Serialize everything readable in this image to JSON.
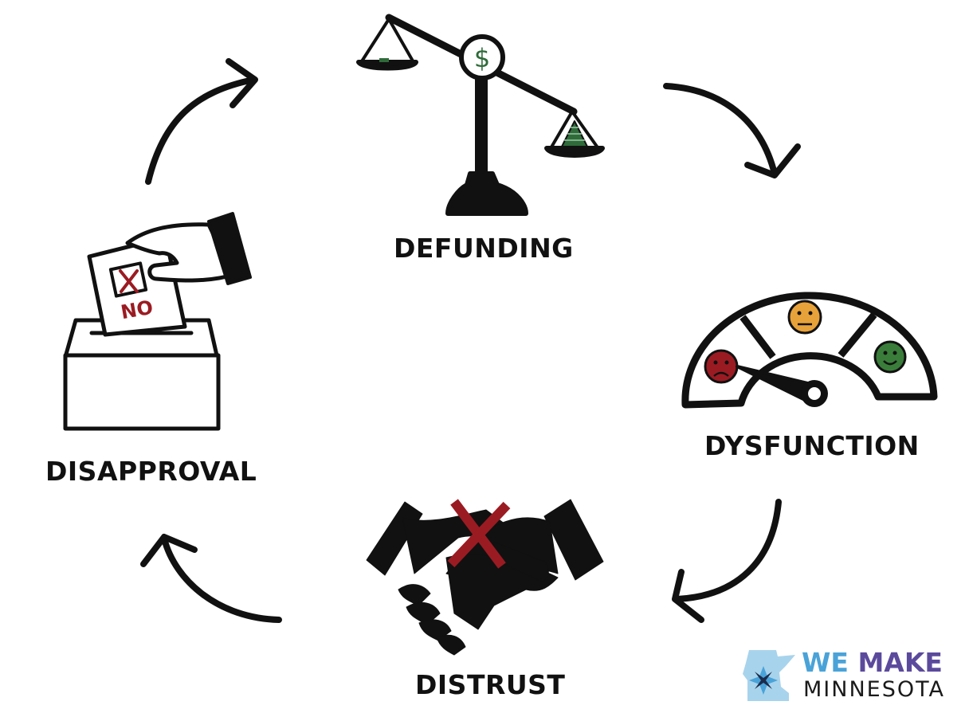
{
  "diagram": {
    "steps": [
      {
        "label": "DEFUNDING",
        "icon": "scale-icon"
      },
      {
        "label": "DYSFUNCTION",
        "icon": "gauge-icon"
      },
      {
        "label": "DISTRUST",
        "icon": "handshake-icon"
      },
      {
        "label": "DISAPPROVAL",
        "icon": "ballot-box-icon"
      }
    ],
    "ballot_text": "NO",
    "dollar_symbol": "$"
  },
  "logo": {
    "word1": "WE",
    "word2": "MAKE",
    "line2": "MINNESOTA"
  },
  "colors": {
    "ink": "#111111",
    "red": "#9b1b22",
    "dark_green": "#2f6b3a",
    "amber": "#e8a23a",
    "green": "#3a7d3a",
    "logo_blue": "#4aa3d8",
    "logo_purple": "#5b4a9c"
  }
}
